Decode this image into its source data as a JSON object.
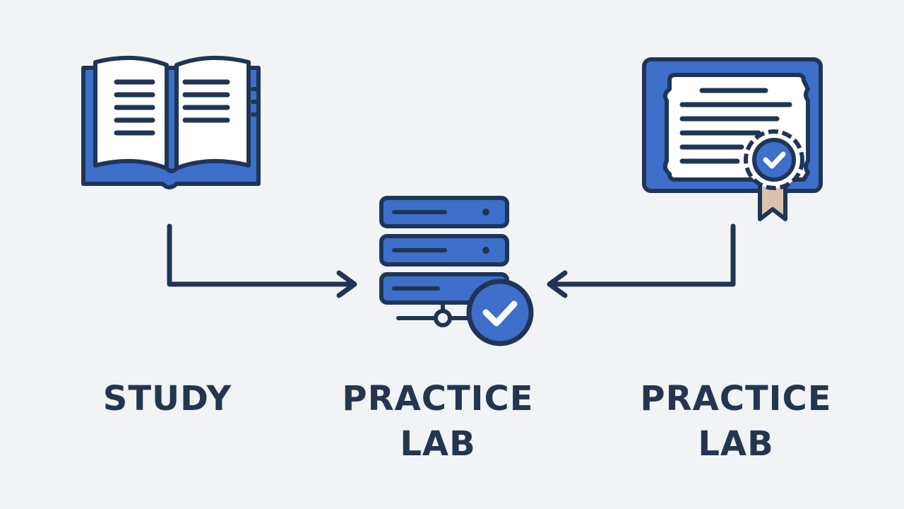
{
  "nodes": [
    {
      "id": "study",
      "icon": "open-book-icon",
      "lines": [
        "STUDY",
        ""
      ]
    },
    {
      "id": "practice-lab-center",
      "icon": "server-check-icon",
      "lines": [
        "PRACTICE",
        "LAB"
      ]
    },
    {
      "id": "practice-lab-right",
      "icon": "certificate-icon",
      "lines": [
        "PRACTICE",
        "LAB"
      ]
    }
  ],
  "edges": [
    {
      "from": "study",
      "to": "practice-lab-center"
    },
    {
      "from": "practice-lab-right",
      "to": "practice-lab-center"
    }
  ],
  "colors": {
    "background": "#f2f3f5",
    "outline": "#203556",
    "accent": "#3d6fcb",
    "paper": "#ffffff",
    "ribbon": "#d9c3ad",
    "text": "#24364f"
  }
}
